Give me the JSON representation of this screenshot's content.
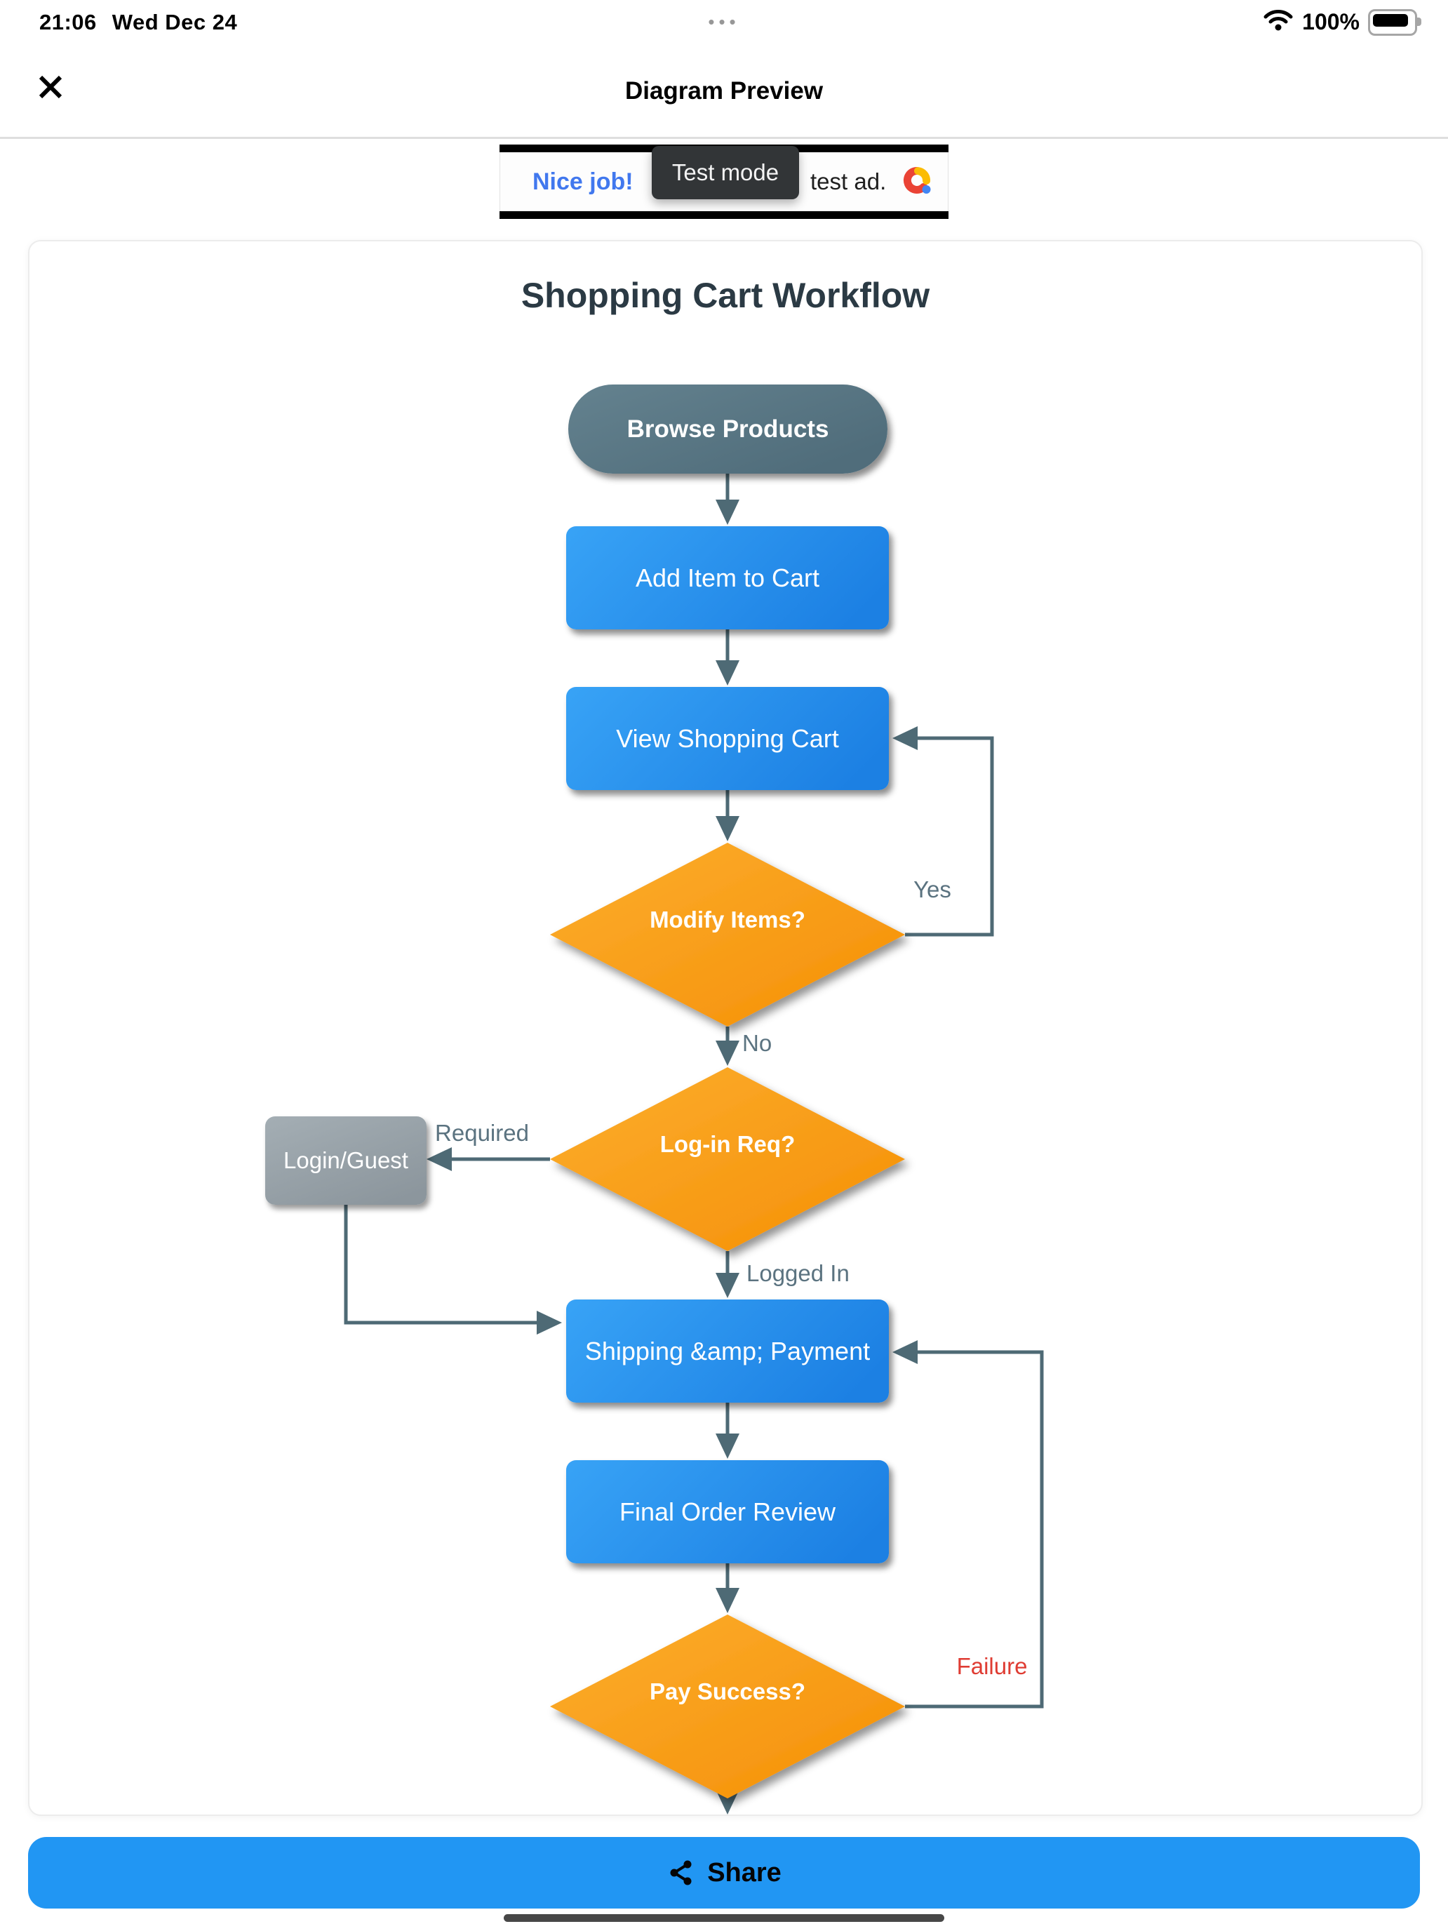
{
  "status_bar": {
    "time": "21:06",
    "date": "Wed Dec 24",
    "multitask_dots": "•••",
    "battery_percent": "100%"
  },
  "nav_bar": {
    "title": "Diagram Preview"
  },
  "ad_banner": {
    "headline": "Nice job!",
    "tooltip": "Test mode",
    "tail_text": "test ad.",
    "colors": {
      "headline_blue": "#4178ee",
      "tooltip_bg": "#323537"
    }
  },
  "diagram": {
    "title": "Shopping Cart Workflow",
    "nodes": [
      {
        "id": "browse",
        "type": "terminator",
        "label": "Browse Products"
      },
      {
        "id": "add-item",
        "type": "process",
        "label": "Add Item to Cart"
      },
      {
        "id": "view-cart",
        "type": "process",
        "label": "View Shopping Cart"
      },
      {
        "id": "modify-items",
        "type": "decision",
        "label": "Modify Items?"
      },
      {
        "id": "login-req",
        "type": "decision",
        "label": "Log-in Req?"
      },
      {
        "id": "login-guest",
        "type": "process-alt",
        "label": "Login/Guest"
      },
      {
        "id": "shipping",
        "type": "process",
        "label": "Shipping &amp; Payment"
      },
      {
        "id": "final-review",
        "type": "process",
        "label": "Final Order Review"
      },
      {
        "id": "pay-success",
        "type": "decision",
        "label": "Pay Success?"
      }
    ],
    "edge_labels": {
      "yes": "Yes",
      "no": "No",
      "required": "Required",
      "logged_in": "Logged In",
      "failure": "Failure"
    },
    "colors": {
      "process_blue": "#2196f3",
      "decision_orange": "#f9a01b",
      "terminator_slate": "#57747f",
      "alt_gray": "#98a2a9",
      "connector": "#4e6a75",
      "failure_red": "#df3c33"
    }
  },
  "share_button": {
    "label": "Share"
  }
}
